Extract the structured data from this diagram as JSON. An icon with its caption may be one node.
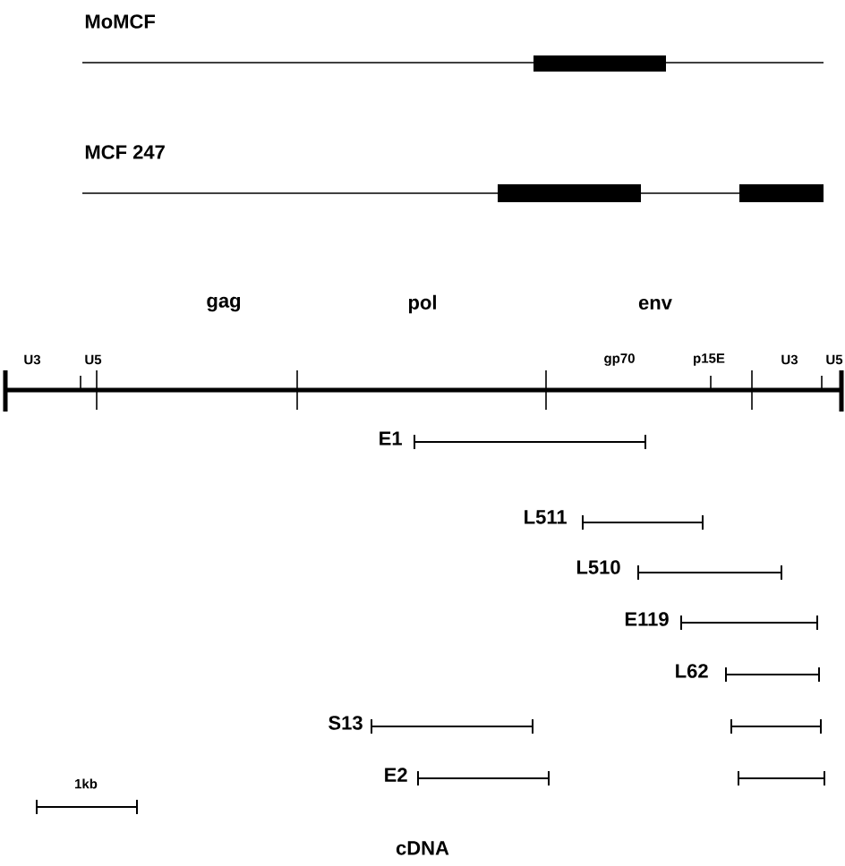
{
  "diagram": {
    "labels": [
      "MoMCF",
      "MCF 247",
      "gag",
      "pol",
      "env",
      "U3",
      "U5",
      "gp70",
      "p15E",
      "U3",
      "U5",
      "E1",
      "L511",
      "L510",
      "E119",
      "L62",
      "S13",
      "E2",
      "1kb",
      "cDNA"
    ]
  }
}
